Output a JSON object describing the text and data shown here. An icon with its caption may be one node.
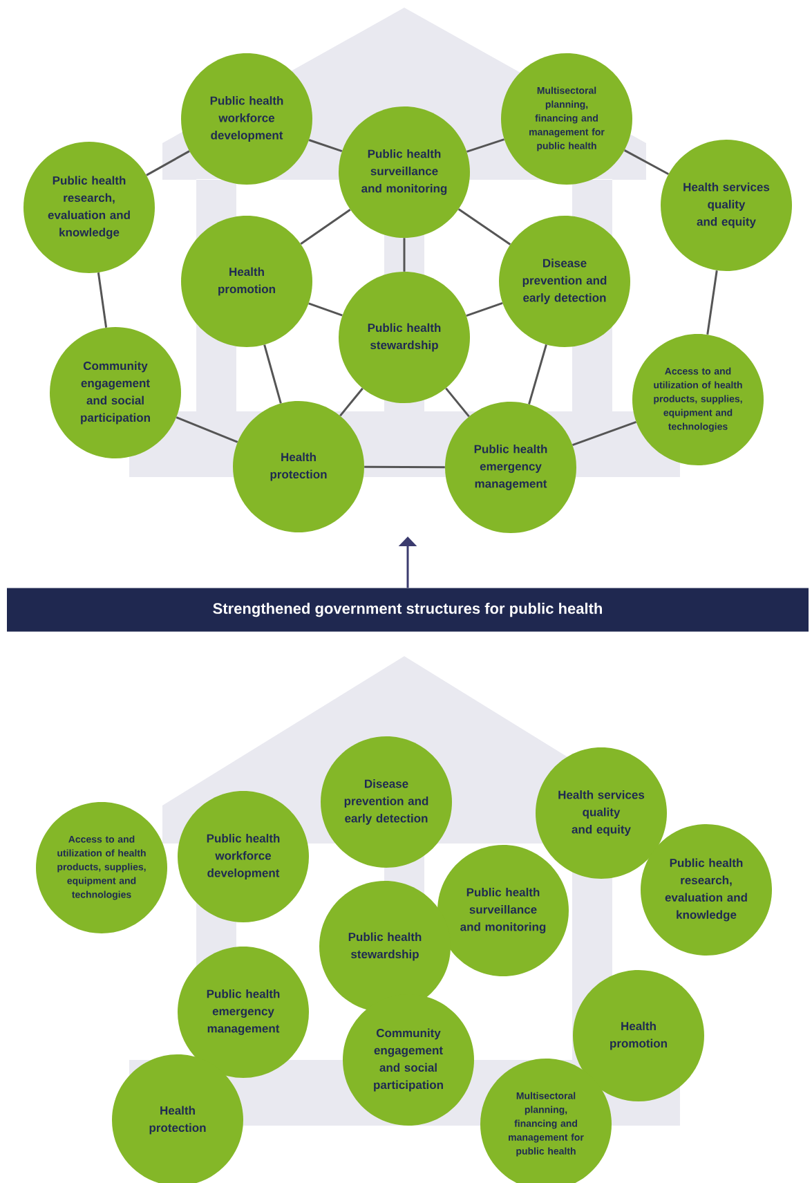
{
  "diagram": {
    "nodes": [
      {
        "text": [
          "Public health workforce development"
        ]
      },
      {
        "text": [
          "Multisectoral planning, financing and management for public health"
        ]
      },
      {
        "text": [
          "Public health surveillance and monitoring"
        ]
      },
      {
        "text": [
          "Public health research, evaluation and knowledge"
        ]
      },
      {
        "text": [
          "Health services quality and equity"
        ]
      },
      {
        "text": [
          "Health promotion"
        ]
      },
      {
        "text": [
          "Disease prevention and early detection"
        ]
      },
      {
        "text": [
          "Public health stewardship"
        ]
      },
      {
        "text": [
          "Community engagement and social participation"
        ]
      },
      {
        "text": [
          "Access to and utilization of health products, supplies, equipment and technologies"
        ]
      },
      {
        "text": [
          "Health protection"
        ]
      },
      {
        "text": [
          "Public health emergency management"
        ]
      },
      {
        "text": [
          "Strengthened government structures for public health"
        ]
      },
      {
        "text": [
          "Disease prevention and early detection"
        ]
      },
      {
        "text": [
          "Health services quality and equity"
        ]
      },
      {
        "text": [
          "Access to and utilization of health products, supplies, equipment and technologies"
        ]
      },
      {
        "text": [
          "Public health workforce development"
        ]
      },
      {
        "text": [
          "Public health research, evaluation and knowledge"
        ]
      },
      {
        "text": [
          "Public health surveillance and monitoring"
        ]
      },
      {
        "text": [
          "Public health stewardship"
        ]
      },
      {
        "text": [
          "Public health emergency management"
        ]
      },
      {
        "text": [
          "Health promotion"
        ]
      },
      {
        "text": [
          "Community engagement and social participation"
        ]
      },
      {
        "text": [
          "Health protection"
        ]
      },
      {
        "text": [
          "Multisectoral planning, financing and management for public health"
        ]
      }
    ],
    "edges": [
      {
        "from": 3,
        "to": 0,
        "arrow": "none"
      },
      {
        "from": 0,
        "to": 2,
        "arrow": "none"
      },
      {
        "from": 2,
        "to": 1,
        "arrow": "none"
      },
      {
        "from": 1,
        "to": 4,
        "arrow": "none"
      },
      {
        "from": 3,
        "to": 8,
        "arrow": "none"
      },
      {
        "from": 4,
        "to": 9,
        "arrow": "none"
      },
      {
        "from": 8,
        "to": 10,
        "arrow": "none"
      },
      {
        "from": 10,
        "to": 11,
        "arrow": "none"
      },
      {
        "from": 11,
        "to": 9,
        "arrow": "none"
      },
      {
        "from": 2,
        "to": 5,
        "arrow": "none"
      },
      {
        "from": 2,
        "to": 6,
        "arrow": "none"
      },
      {
        "from": 2,
        "to": 7,
        "arrow": "none"
      },
      {
        "from": 5,
        "to": 7,
        "arrow": "none"
      },
      {
        "from": 6,
        "to": 7,
        "arrow": "none"
      },
      {
        "from": 5,
        "to": 10,
        "arrow": "none"
      },
      {
        "from": 6,
        "to": 11,
        "arrow": "none"
      },
      {
        "from": 7,
        "to": 10,
        "arrow": "none"
      },
      {
        "from": 7,
        "to": 11,
        "arrow": "none"
      },
      {
        "from": 12,
        "to": null,
        "arrow": "to",
        "color": "#3b3b6e"
      }
    ]
  }
}
